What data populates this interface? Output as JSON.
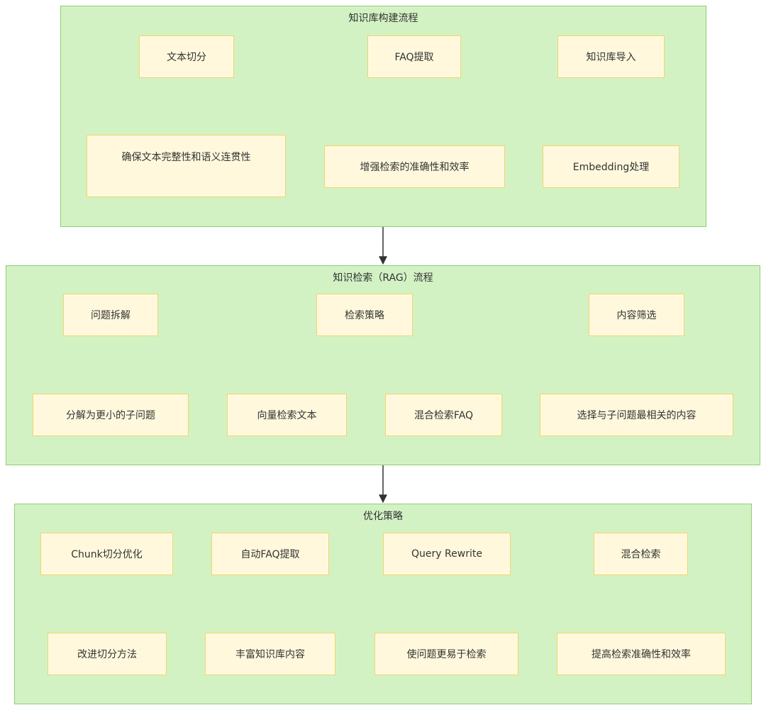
{
  "groups": {
    "build": {
      "title": "知识库构建流程",
      "nodes": {
        "split": "文本切分",
        "faq": "FAQ提取",
        "import": "知识库导入",
        "integrity": "确保文本完整性和语义连贯性",
        "accuracy": "增强检索的准确性和效率",
        "embedding": "Embedding处理"
      }
    },
    "rag": {
      "title": "知识检索（RAG）流程",
      "nodes": {
        "decompose": "问题拆解",
        "strategy": "检索策略",
        "filter": "内容筛选",
        "sub_questions": "分解为更小的子问题",
        "vector_search": "向量检索文本",
        "hybrid_faq": "混合检索FAQ",
        "select": "选择与子问题最相关的内容"
      }
    },
    "optimize": {
      "title": "优化策略",
      "nodes": {
        "chunk": "Chunk切分优化",
        "auto_faq": "自动FAQ提取",
        "rewrite": "Query Rewrite",
        "hybrid": "混合检索",
        "improve_split": "改进切分方法",
        "enrich": "丰富知识库内容",
        "easier": "使问题更易于检索",
        "boost": "提高检索准确性和效率"
      }
    }
  },
  "colors": {
    "group_fill": "#d3f2c4",
    "group_border": "#8fce76",
    "node_fill": "#fff8dc",
    "node_border": "#f1d56d",
    "edge": "#333333"
  }
}
